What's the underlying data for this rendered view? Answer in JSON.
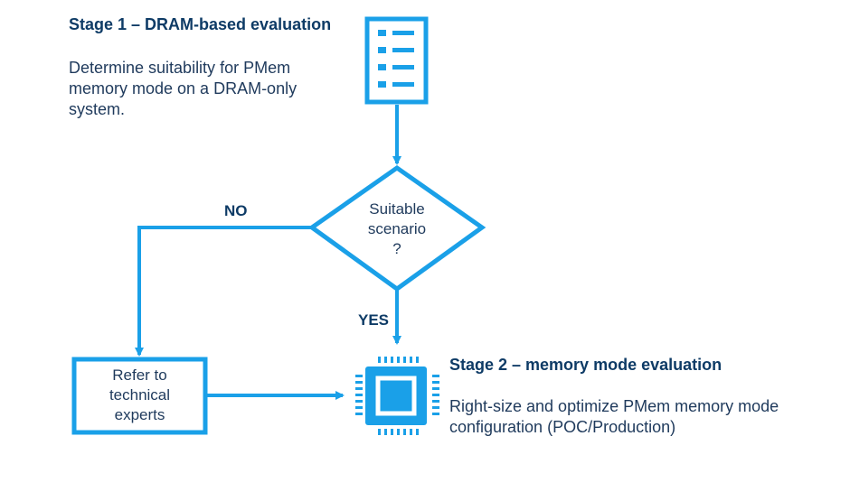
{
  "stage1": {
    "title": "Stage 1 – DRAM-based evaluation",
    "description": "Determine suitability for PMem memory mode on a DRAM-only system."
  },
  "decision": {
    "line1": "Suitable",
    "line2": "scenario",
    "line3": "?"
  },
  "branch_no": "NO",
  "branch_yes": "YES",
  "refer_box": {
    "line1": "Refer to",
    "line2": "technical",
    "line3": "experts"
  },
  "stage2": {
    "title": "Stage 2 – memory mode evaluation",
    "description": "Right-size and optimize PMem memory mode configuration (POC/Production)"
  },
  "icons": {
    "stage1": "document-list-icon",
    "stage2": "chip-icon"
  },
  "colors": {
    "accent": "#1aa0e8",
    "title": "#0e3b66",
    "text": "#1f3a5c"
  }
}
